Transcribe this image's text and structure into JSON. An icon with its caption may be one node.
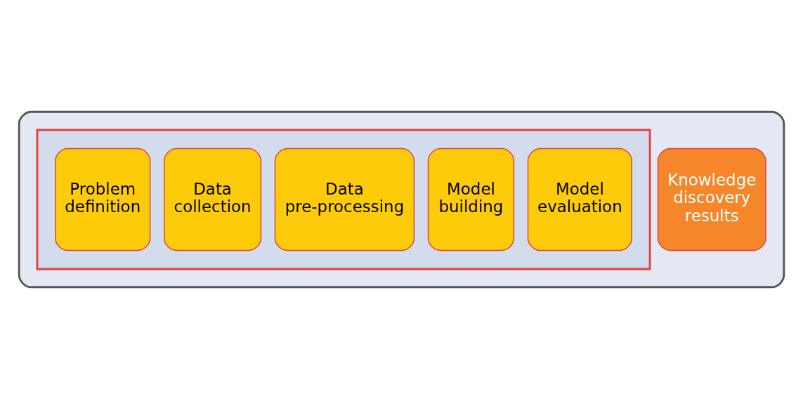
{
  "diagram": {
    "nodes": [
      {
        "text": [],
        "shape": "box"
      },
      {
        "text": [],
        "shape": "arrow",
        "in": 0
      },
      {
        "text": [
          "Problem definition"
        ],
        "in": 1
      },
      {
        "text": [
          "Data collection"
        ],
        "in": 1
      },
      {
        "text": [
          "Data pre-processing"
        ],
        "in": 1
      },
      {
        "text": [
          "Model building"
        ],
        "in": 1
      },
      {
        "text": [
          "Model evaluation"
        ],
        "in": 1
      },
      {
        "text": [
          "Knowledge discovery results"
        ],
        "in": 0
      }
    ],
    "edges": []
  }
}
